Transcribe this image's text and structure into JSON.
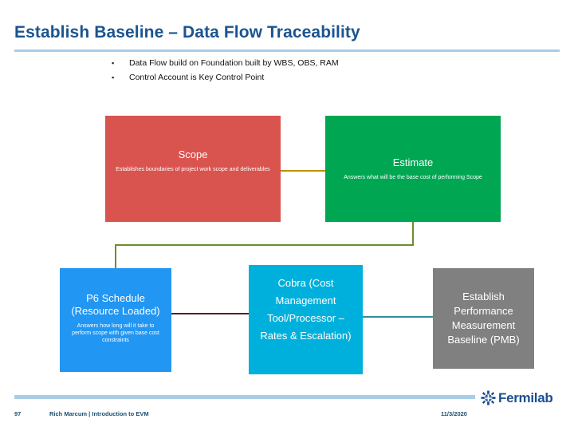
{
  "slide": {
    "title": "Establish Baseline – Data Flow Traceability",
    "bullet_marker": "▪",
    "bullets": [
      "Data Flow build on Foundation built by WBS, OBS, RAM",
      "Control Account is Key Control Point"
    ]
  },
  "diagram": {
    "nodes": [
      {
        "id": "scope",
        "title": "Scope",
        "description": "Establishes boundaries of project work scope and deliverables",
        "color": "#d9534f"
      },
      {
        "id": "estimate",
        "title": "Estimate",
        "description": "Answers what will be the base cost of performing Scope",
        "color": "#00a651"
      },
      {
        "id": "p6",
        "title": "P6 Schedule (Resource Loaded)",
        "description": "Answers how long will it take to perform scope with given base cost constraints",
        "color": "#2196f3"
      },
      {
        "id": "cobra",
        "title": "Cobra (Cost Management Tool/Processor – Rates & Escalation)",
        "description": "",
        "color": "#00b0dc"
      },
      {
        "id": "pmb",
        "title": "Establish Performance Measurement Baseline (PMB)",
        "description": "",
        "color": "#808080"
      }
    ],
    "connectors": [
      {
        "id": "scope-estimate",
        "color": "#bf9000"
      },
      {
        "id": "estimate-p6-elbow",
        "color": "#6b8f2e"
      },
      {
        "id": "p6-cobra",
        "color": "#5b2020"
      },
      {
        "id": "cobra-pmb",
        "color": "#2e8f95"
      }
    ]
  },
  "footer": {
    "page_number": "97",
    "credit": "Rich Marcum | Introduction to EVM",
    "date": "11/3/2020",
    "brand_name": "Fermilab",
    "brand_icon": "fermilab-logo-icon",
    "accent_color": "#a9cde4",
    "brand_color": "#1b4f8f"
  }
}
